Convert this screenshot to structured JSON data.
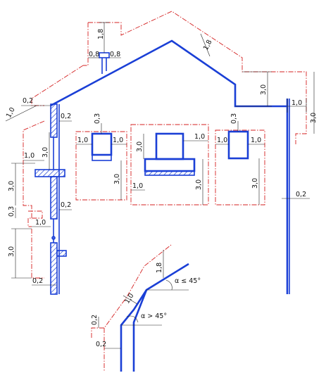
{
  "labels": {
    "chimney_height": "1,8",
    "chimney_left": "0,8",
    "chimney_right": "0,8",
    "roof_offset": "1,8",
    "ridge_right_drop": "3,0",
    "right_wall_width": "1,0",
    "right_wall_height": "3,0",
    "right_wall_depth": "0,2",
    "eave_left": "0,2",
    "eave_slope": "1,0",
    "left_wall_top": "0,2",
    "left_ext_width": "1,0",
    "left_ext_height": "3,0",
    "left_balcony_depth": "3,0",
    "left_mid_gap": "0,3",
    "left_mid_depth": "0,2",
    "left_low_width": "1,0",
    "left_low_height": "3,0",
    "left_bottom_depth": "0,2",
    "win1_top": "0,3",
    "win1_left": "1,0",
    "win1_right": "1,0",
    "win1_height": "3,0",
    "door_height": "3,0",
    "door_right": "1,0",
    "door_width": "1,0",
    "door_side_height": "3,0",
    "win2_top": "0,3",
    "win2_left": "1,0",
    "win2_right": "1,0",
    "win2_height": "3,0",
    "detail_rise": "1,8",
    "detail_slope": "1,0",
    "detail_left_height": "0,2",
    "detail_bottom": "0,2",
    "angle_small": "α ≤ 45°",
    "angle_large": "α > 45°"
  },
  "colors": {
    "object": "#1a3fd6",
    "zone": "#d42020",
    "dimension": "#222222"
  }
}
